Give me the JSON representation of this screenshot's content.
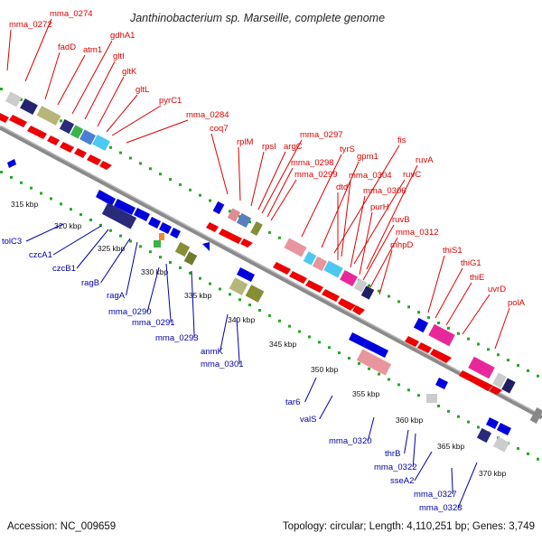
{
  "title": "Janthinobacterium sp. Marseille, complete genome",
  "footer": {
    "accession": "Accession: NC_009659",
    "summary": "Topology: circular; Length: 4,110,251 bp; Genes: 3,749"
  },
  "colors": {
    "forward_label": "#dd0000",
    "reverse_label": "#0000aa",
    "arrow_red": "#ee0000",
    "arrow_blue": "#0000dd",
    "backbone": "#888888",
    "gc_dots": "#22aa22"
  },
  "ruler_labels": [
    "315 kbp",
    "320 kbp",
    "325 kbp",
    "330 kbp",
    "335 kbp",
    "340 kbp",
    "345 kbp",
    "350 kbp",
    "355 kbp",
    "360 kbp",
    "365 kbp",
    "370 kbp"
  ],
  "forward_genes": [
    "mma_0274",
    "mma_0272",
    "fadD",
    "atm1",
    "gdhA1",
    "gltI",
    "gltK",
    "gltL",
    "pyrC1",
    "mma_0284",
    "coq7",
    "rplM",
    "rpsI",
    "argC",
    "mma_0297",
    "mma_0298",
    "mma_0299",
    "tyrS",
    "gpm1",
    "fis",
    "mma_0304",
    "dtd",
    "ruvC",
    "ruvA",
    "mma_0306",
    "purH",
    "ruvB",
    "mma_0312",
    "mhpD",
    "thiS1",
    "thiG1",
    "thiE",
    "uvrD",
    "polA"
  ],
  "reverse_genes": [
    "tolC3",
    "czcA1",
    "czcB1",
    "ragB",
    "ragA",
    "mma_0290",
    "mma_0291",
    "mma_0293",
    "anmK",
    "mma_0301",
    "tar6",
    "valS",
    "mma_0320",
    "thrB",
    "mma_0322",
    "sseA2",
    "mma_0327",
    "mma_0328"
  ]
}
